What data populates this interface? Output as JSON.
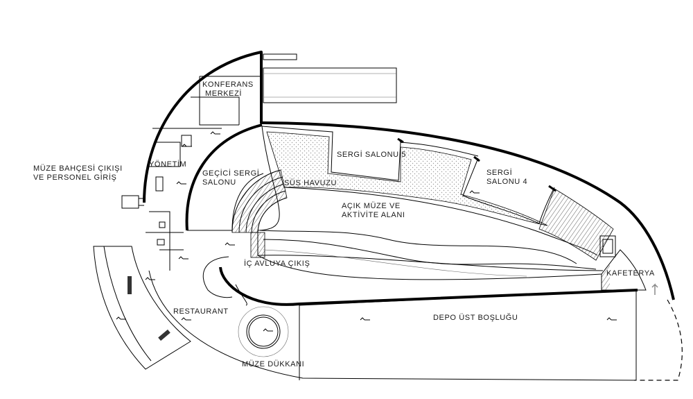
{
  "labels": {
    "konferans_1": "KONFERANS",
    "konferans_2": "MERKEZİ",
    "yonetim": "YÖNETİM",
    "bahce_1": "MÜZE BAHÇESİ ÇIKIŞI",
    "bahce_2": "VE PERSONEL GİRİŞ",
    "gecici_1": "GEÇİCİ SERGİ",
    "gecici_2": "SALONU",
    "sergi5": "SERGİ SALONU 5",
    "sergi4_1": "SERGİ",
    "sergi4_2": "SALONU 4",
    "sus_havuzu": "SÜS HAVUZU",
    "acik_1": "AÇIK MÜZE  VE",
    "acik_2": "AKTİVİTE ALANI",
    "ic_avlu": "İÇ AVLUYA ÇIKIŞ",
    "kafeterya": "KAFETERYA",
    "restaurant": "RESTAURANT",
    "depo": "DEPO ÜST BOŞLUĞU",
    "dukkan": "MÜZE DÜKKANI"
  },
  "colors": {
    "line": "#000000",
    "hatch": "#9a9a9a",
    "background": "#ffffff"
  },
  "icons": [
    "north-arrow-icon",
    "level-marker-icon"
  ]
}
